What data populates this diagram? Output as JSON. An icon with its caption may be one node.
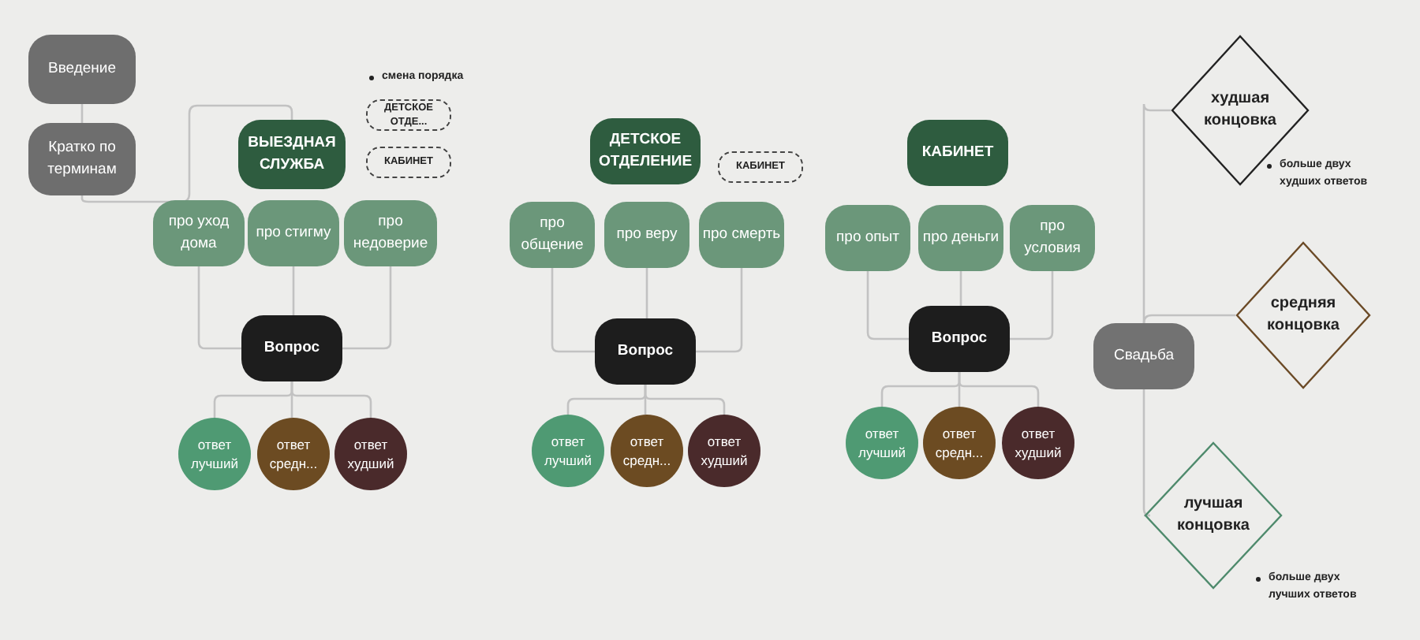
{
  "diagram": {
    "nodes": [
      {
        "text": [
          "Введение"
        ]
      },
      {
        "text": [
          "Кратко по терминам"
        ]
      },
      {
        "text": [
          "ВЫЕЗДНАЯ СЛУЖБА"
        ]
      },
      {
        "text": [
          "про уход дома"
        ]
      },
      {
        "text": [
          "про стигму"
        ]
      },
      {
        "text": [
          "про недоверие"
        ]
      },
      {
        "text": [
          "Вопрос"
        ]
      },
      {
        "text": [
          "ответ лучший"
        ]
      },
      {
        "text": [
          "ответ средн..."
        ]
      },
      {
        "text": [
          "ответ худший"
        ]
      },
      {
        "text": [
          "ДЕТСКОЕ ОТДЕ..."
        ]
      },
      {
        "text": [
          "КАБИНЕТ"
        ]
      },
      {
        "text": [
          "ДЕТСКОЕ ОТДЕЛЕНИЕ"
        ]
      },
      {
        "text": [
          "про общение"
        ]
      },
      {
        "text": [
          "про веру"
        ]
      },
      {
        "text": [
          "про смерть"
        ]
      },
      {
        "text": [
          "Вопрос"
        ]
      },
      {
        "text": [
          "ответ лучший"
        ]
      },
      {
        "text": [
          "ответ средн..."
        ]
      },
      {
        "text": [
          "ответ худший"
        ]
      },
      {
        "text": [
          "КАБИНЕТ"
        ]
      },
      {
        "text": [
          "КАБИНЕТ"
        ]
      },
      {
        "text": [
          "про опыт"
        ]
      },
      {
        "text": [
          "про деньги"
        ]
      },
      {
        "text": [
          "про условия"
        ]
      },
      {
        "text": [
          "Вопрос"
        ]
      },
      {
        "text": [
          "ответ лучший"
        ]
      },
      {
        "text": [
          "ответ средн..."
        ]
      },
      {
        "text": [
          "ответ худший"
        ]
      },
      {
        "text": [
          "Свадьба"
        ]
      },
      {
        "text": [
          "худшая концовка"
        ],
        "beside": [
          "больше двух худших ответов"
        ]
      },
      {
        "text": [
          "средняя концовка"
        ]
      },
      {
        "text": [
          "лучшая концовка"
        ],
        "beside": [
          "больше двух лучших ответов"
        ]
      }
    ],
    "edges": [
      {
        "from": 0,
        "to": 1,
        "arrow": "none"
      },
      {
        "from": 1,
        "to": 2,
        "arrow": "none"
      },
      {
        "from": 3,
        "to": 6,
        "arrow": "none"
      },
      {
        "from": 4,
        "to": 6,
        "arrow": "none"
      },
      {
        "from": 5,
        "to": 6,
        "arrow": "none"
      },
      {
        "from": 6,
        "to": 7,
        "arrow": "none"
      },
      {
        "from": 6,
        "to": 8,
        "arrow": "none"
      },
      {
        "from": 6,
        "to": 9,
        "arrow": "none"
      },
      {
        "from": 13,
        "to": 16,
        "arrow": "none"
      },
      {
        "from": 14,
        "to": 16,
        "arrow": "none"
      },
      {
        "from": 15,
        "to": 16,
        "arrow": "none"
      },
      {
        "from": 16,
        "to": 17,
        "arrow": "none"
      },
      {
        "from": 16,
        "to": 18,
        "arrow": "none"
      },
      {
        "from": 16,
        "to": 19,
        "arrow": "none"
      },
      {
        "from": 22,
        "to": 25,
        "arrow": "none"
      },
      {
        "from": 23,
        "to": 25,
        "arrow": "none"
      },
      {
        "from": 24,
        "to": 25,
        "arrow": "none"
      },
      {
        "from": 25,
        "to": 26,
        "arrow": "none"
      },
      {
        "from": 25,
        "to": 27,
        "arrow": "none"
      },
      {
        "from": 25,
        "to": 28,
        "arrow": "none"
      },
      {
        "from": 29,
        "to": 30,
        "arrow": "none"
      },
      {
        "from": 29,
        "to": 31,
        "arrow": "none"
      },
      {
        "from": 29,
        "to": 32,
        "arrow": "none"
      }
    ],
    "labels": [
      "смена порядка"
    ]
  }
}
